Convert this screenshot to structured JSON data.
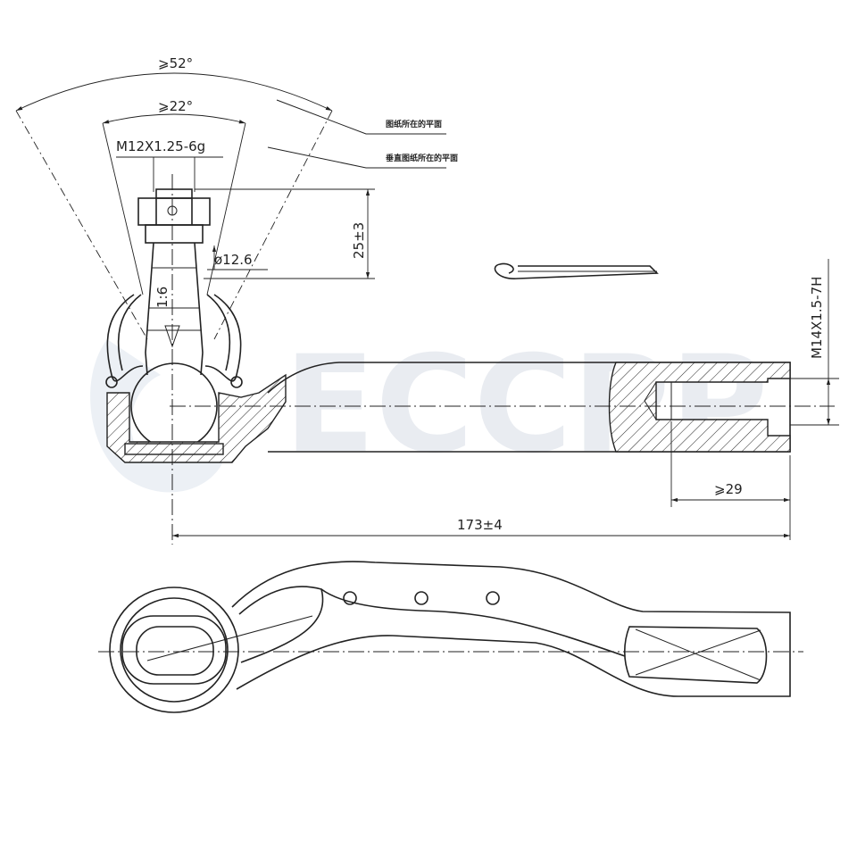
{
  "watermark": {
    "text": "ECCPP"
  },
  "dimensions": {
    "angle_outer": "⩾52°",
    "angle_inner": "⩾22°",
    "stud_thread": "M12X1.25-6g",
    "stud_diameter": "ø12.6",
    "stud_height": "25±3",
    "taper": "1:6",
    "inner_thread": "M14X1.5-7H",
    "thread_depth": "⩾29",
    "overall_length": "173±4"
  },
  "notes": {
    "drawing_plane": "图纸所在的平面",
    "perpendicular_plane": "垂直图纸所在的平面"
  }
}
